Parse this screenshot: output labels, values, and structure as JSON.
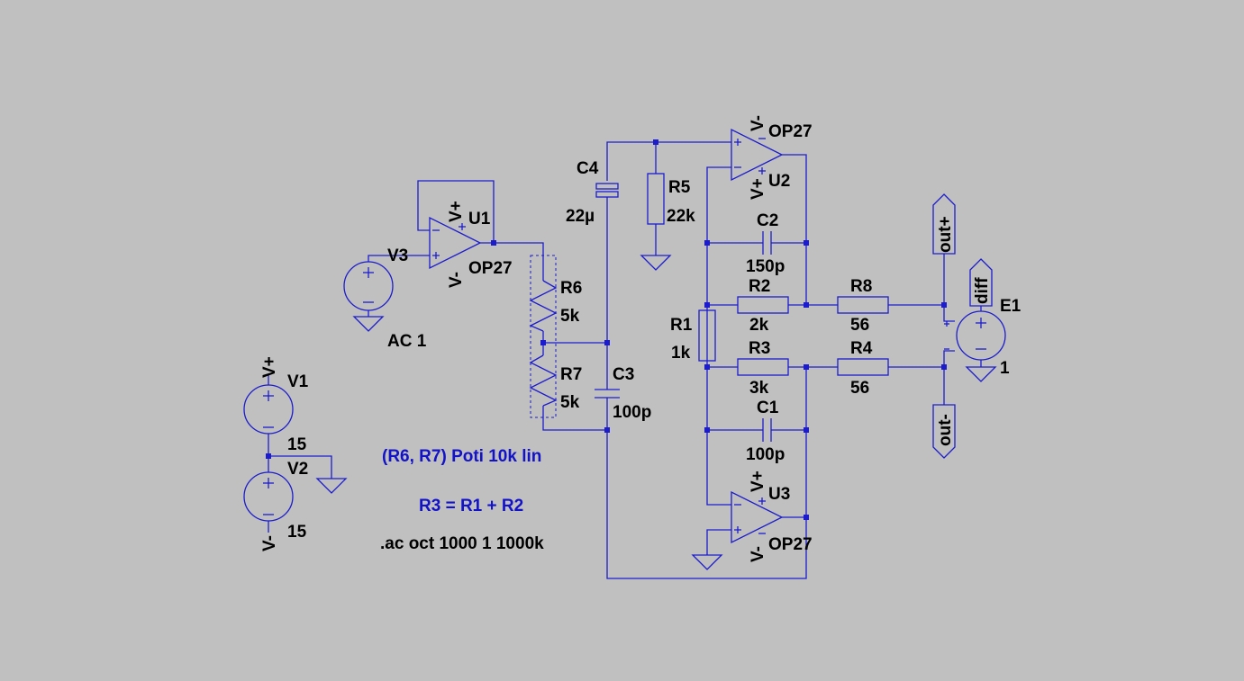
{
  "components": {
    "v1": {
      "name": "V1",
      "value": "15"
    },
    "v2": {
      "name": "V2",
      "value": "15"
    },
    "v3": {
      "name": "V3",
      "value": "AC 1"
    },
    "u1": {
      "name": "U1",
      "model": "OP27"
    },
    "u2": {
      "name": "U2",
      "model": "OP27"
    },
    "u3": {
      "name": "U3",
      "model": "OP27"
    },
    "r1": {
      "name": "R1",
      "value": "1k"
    },
    "r2": {
      "name": "R2",
      "value": "2k"
    },
    "r3": {
      "name": "R3",
      "value": "3k"
    },
    "r4": {
      "name": "R4",
      "value": "56"
    },
    "r5": {
      "name": "R5",
      "value": "22k"
    },
    "r6": {
      "name": "R6",
      "value": "5k"
    },
    "r7": {
      "name": "R7",
      "value": "5k"
    },
    "r8": {
      "name": "R8",
      "value": "56"
    },
    "c1": {
      "name": "C1",
      "value": "100p"
    },
    "c2": {
      "name": "C2",
      "value": "150p"
    },
    "c3": {
      "name": "C3",
      "value": "100p"
    },
    "c4": {
      "name": "C4",
      "value": "22µ"
    },
    "e1": {
      "name": "E1",
      "value": "1"
    }
  },
  "net_labels": {
    "vplus": "V+",
    "vminus": "V-",
    "out_plus": "out+",
    "out_minus": "out-",
    "diff": "diff"
  },
  "comments": {
    "poti": "(R6, R7) Poti 10k lin",
    "r3_eq": "R3 = R1 + R2"
  },
  "directives": {
    "ac": ".ac oct 1000 1 1000k"
  },
  "colors": {
    "background": "#c0c0c0",
    "wire": "#1c1ccc",
    "comment": "#1212c8"
  }
}
